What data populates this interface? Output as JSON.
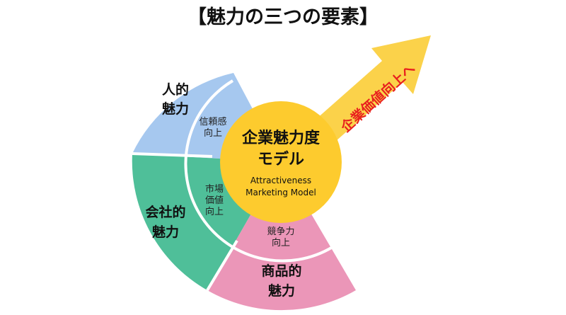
{
  "title": "【魅力の三つの要素】",
  "center": {
    "line1": "企業魅力度",
    "line2": "モデル",
    "en_line1": "Attractiveness",
    "en_line2": "Marketing Model"
  },
  "segments": [
    {
      "line1": "人的",
      "line2": "魅力",
      "color": "#a6c8ef"
    },
    {
      "line1": "会社的",
      "line2": "魅力",
      "color": "#4fbf99"
    },
    {
      "line1": "商品的",
      "line2": "魅力",
      "color": "#eb96b8"
    }
  ],
  "ring_labels": [
    [
      "信頼感",
      "向上"
    ],
    [
      "市場",
      "価値",
      "向上"
    ],
    [
      "競争力",
      "向上"
    ]
  ],
  "arrow": {
    "label": "企業価値向上へ",
    "color": "#fbd24a",
    "text_color": "#e8201e"
  },
  "center_color": "#fdcb2e"
}
